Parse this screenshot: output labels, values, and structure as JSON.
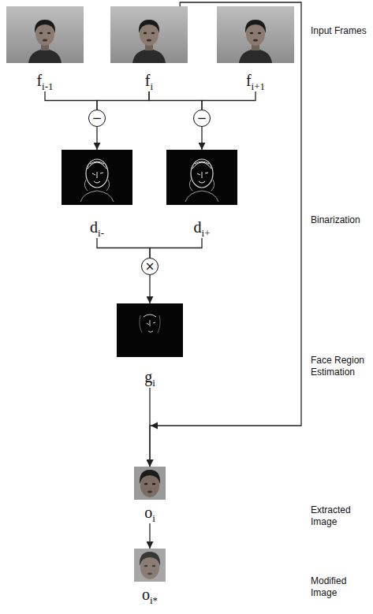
{
  "diagram": {
    "nodes": [
      {
        "text": [
          "f",
          "i-1"
        ]
      },
      {
        "text": [
          "f",
          "i"
        ]
      },
      {
        "text": [
          "f",
          "i+1"
        ]
      },
      {
        "text": [
          "−"
        ]
      },
      {
        "text": [
          "−"
        ]
      },
      {
        "text": [
          "d",
          "i-"
        ]
      },
      {
        "text": [
          "d",
          "i+"
        ]
      },
      {
        "text": [
          "×"
        ]
      },
      {
        "text": [
          "g",
          "i"
        ]
      },
      {
        "text": [
          "o",
          "i"
        ]
      },
      {
        "text": [
          "o",
          "i*"
        ]
      }
    ],
    "edges": [
      {
        "from": 0,
        "to": 3,
        "arrow": "none"
      },
      {
        "from": 1,
        "to": 3,
        "arrow": "none"
      },
      {
        "from": 1,
        "to": 4,
        "arrow": "none"
      },
      {
        "from": 2,
        "to": 4,
        "arrow": "none"
      },
      {
        "from": 3,
        "to": 5,
        "arrow": "to"
      },
      {
        "from": 4,
        "to": 6,
        "arrow": "to"
      },
      {
        "from": 5,
        "to": 7,
        "arrow": "none"
      },
      {
        "from": 6,
        "to": 7,
        "arrow": "none"
      },
      {
        "from": 7,
        "to": 8,
        "arrow": "to"
      },
      {
        "from": 8,
        "to": 9,
        "arrow": "to"
      },
      {
        "from": 1,
        "to": 9,
        "arrow": "to"
      },
      {
        "from": 9,
        "to": 10,
        "arrow": "to"
      }
    ],
    "labels": [
      "Input Frames",
      "Binarization",
      "Face Region Estimation",
      "Extracted Image",
      "Modified Image"
    ]
  }
}
